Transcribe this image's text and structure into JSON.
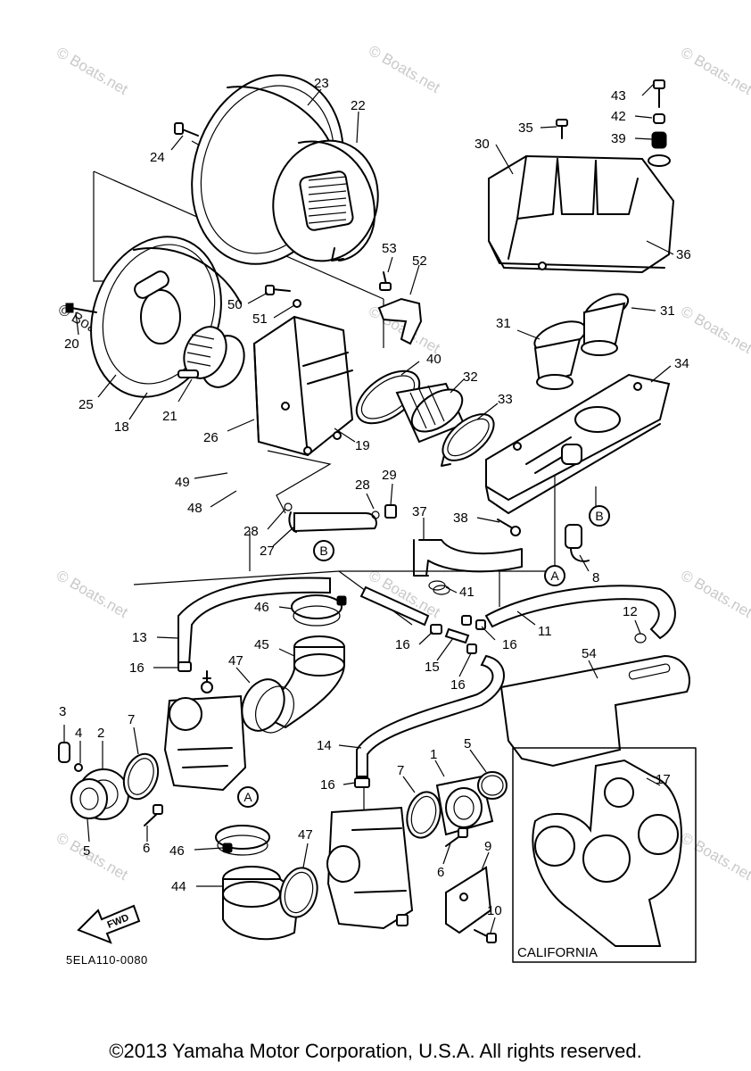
{
  "diagram": {
    "code": "5ELA110-0080",
    "copyright": "©2013 Yamaha Motor Corporation, U.S.A. All rights reserved.",
    "inset_label": "CALIFORNIA",
    "fwd_label": "FWD",
    "watermark": "© Boats.net",
    "watermark_dark": "© Boats.net",
    "connectors": {
      "a": "A",
      "b": "B"
    },
    "callouts": {
      "c1": "1",
      "c2": "2",
      "c3": "3",
      "c4": "4",
      "c5": "5",
      "c5b": "5",
      "c6": "6",
      "c6b": "6",
      "c7": "7",
      "c7b": "7",
      "c8": "8",
      "c9": "9",
      "c10": "10",
      "c11": "11",
      "c12": "12",
      "c13": "13",
      "c14": "14",
      "c15": "15",
      "c16a": "16",
      "c16b": "16",
      "c16c": "16",
      "c16d": "16",
      "c16e": "16",
      "c17": "17",
      "c18": "18",
      "c19": "19",
      "c20": "20",
      "c21": "21",
      "c22": "22",
      "c23": "23",
      "c24": "24",
      "c25": "25",
      "c26": "26",
      "c27": "27",
      "c28a": "28",
      "c28b": "28",
      "c29": "29",
      "c30": "30",
      "c31a": "31",
      "c31b": "31",
      "c32": "32",
      "c33": "33",
      "c34": "34",
      "c35": "35",
      "c36": "36",
      "c37": "37",
      "c38": "38",
      "c39": "39",
      "c40": "40",
      "c41": "41",
      "c42": "42",
      "c43": "43",
      "c44": "44",
      "c45": "45",
      "c46a": "46",
      "c46b": "46",
      "c47a": "47",
      "c47b": "47",
      "c48": "48",
      "c49": "49",
      "c50": "50",
      "c51": "51",
      "c52": "52",
      "c53": "53",
      "c54": "54"
    }
  }
}
